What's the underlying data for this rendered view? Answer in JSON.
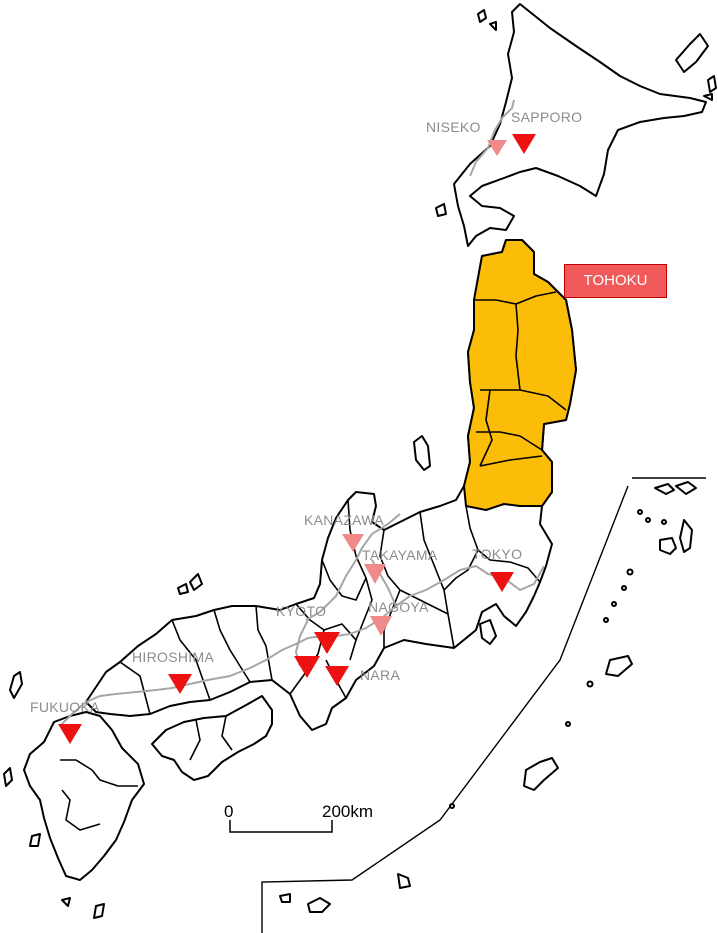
{
  "region": {
    "label": "TOHOKU",
    "highlight_color": "#fbbd08",
    "box_color": "#f05a5a"
  },
  "markers": {
    "primary_color": "#ee1111",
    "secondary_color": "#f08a8a",
    "cities": [
      {
        "id": "niseko",
        "label": "NISEKO",
        "style": "light"
      },
      {
        "id": "sapporo",
        "label": "SAPPORO",
        "style": "strong"
      },
      {
        "id": "kanazawa",
        "label": "KANAZAWA",
        "style": "light"
      },
      {
        "id": "takayama",
        "label": "TAKAYAMA",
        "style": "light"
      },
      {
        "id": "tokyo",
        "label": "TOKYO",
        "style": "strong"
      },
      {
        "id": "nagoya",
        "label": "NAGOYA",
        "style": "light"
      },
      {
        "id": "kyoto",
        "label": "KYOTO",
        "style": "strong"
      },
      {
        "id": "osaka",
        "label": "",
        "style": "strong"
      },
      {
        "id": "nara",
        "label": "NARA",
        "style": "strong"
      },
      {
        "id": "hiroshima",
        "label": "HIROSHIMA",
        "style": "strong"
      },
      {
        "id": "fukuoka",
        "label": "FUKUOKA",
        "style": "strong"
      }
    ]
  },
  "scale_bar": {
    "start_label": "0",
    "end_label": "200km"
  }
}
